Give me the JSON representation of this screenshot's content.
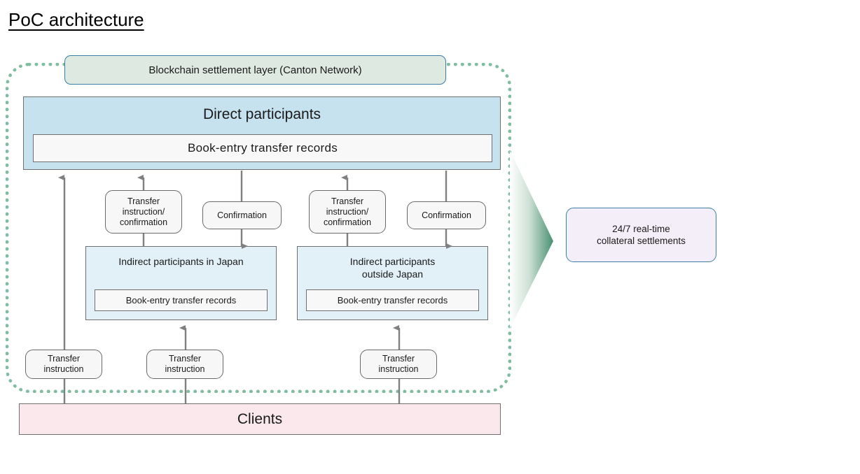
{
  "title": "PoC architecture",
  "colors": {
    "boundary_dotted": "#7fbca0",
    "blockchain_layer_fill": "#dee9e2",
    "direct_participants_fill": "#c6e2ee",
    "indirect_participants_fill": "#e2f0f8",
    "clients_fill": "#fbe8ec",
    "collateral_fill": "#f3eef7",
    "arrow_stroke": "#808080",
    "big_arrow_green": "#3f8a68"
  },
  "diagram": {
    "blockchain_layer": {
      "label": "Blockchain settlement layer (Canton Network)"
    },
    "direct_participants": {
      "title": "Direct participants",
      "record_label": "Book-entry transfer records"
    },
    "middle_labels": {
      "transfer_instruction_confirmation_left": "Transfer instruction/ confirmation",
      "transfer_instruction_confirmation_left_lines": [
        "Transfer",
        "instruction/",
        "confirmation"
      ],
      "confirmation_left": "Confirmation",
      "transfer_instruction_confirmation_right_lines": [
        "Transfer",
        "instruction/",
        "confirmation"
      ],
      "confirmation_right": "Confirmation"
    },
    "indirect_participants_japan": {
      "title_lines": [
        "Indirect participants in Japan"
      ],
      "record_label": "Book-entry transfer records"
    },
    "indirect_participants_outside": {
      "title_lines": [
        "Indirect participants",
        "outside Japan"
      ],
      "record_label": "Book-entry transfer records"
    },
    "bottom_instructions": [
      {
        "lines": [
          "Transfer",
          "instruction"
        ]
      },
      {
        "lines": [
          "Transfer",
          "instruction"
        ]
      },
      {
        "lines": [
          "Transfer",
          "instruction"
        ]
      }
    ],
    "clients": {
      "label": "Clients"
    },
    "outcome": {
      "lines": [
        "24/7 real-time",
        "collateral settlements"
      ]
    }
  }
}
